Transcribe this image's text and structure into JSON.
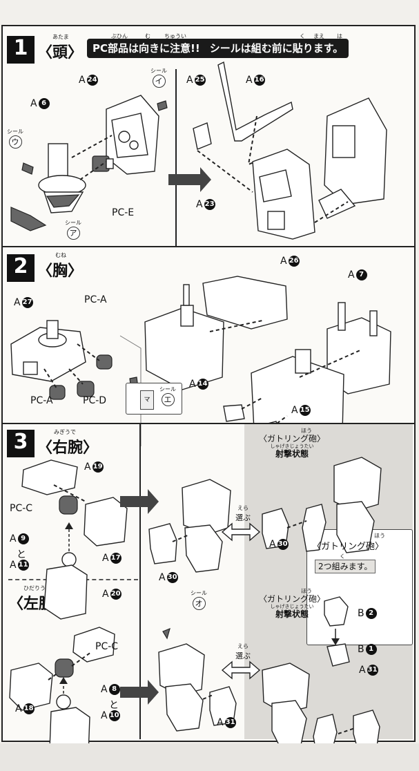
{
  "step1": {
    "number": "1",
    "title": "〈頭〉",
    "title_ruby": "あたま",
    "banner": {
      "left": "PC部品は向きに注意!!",
      "right": "シールは組む前に貼ります。",
      "ruby_buhin": "ぶひん",
      "ruby_muki": "む",
      "ruby_chui": "ちゅうい",
      "ruby_kumu": "く",
      "ruby_mae": "まえ",
      "ruby_ha": "は"
    },
    "labels": {
      "a6": "A",
      "a6_num": "6",
      "a24": "A",
      "a24_num": "24",
      "a25": "A",
      "a25_num": "25",
      "a16": "A",
      "a16_num": "16",
      "a23": "A",
      "a23_num": "23",
      "pce": "PC-E"
    },
    "seals": {
      "u_word": "シール",
      "u": "ウ",
      "i_word": "シール",
      "i": "イ",
      "a_word": "シール",
      "a": "ア"
    }
  },
  "step2": {
    "number": "2",
    "title": "〈胸〉",
    "title_ruby": "むね",
    "labels": {
      "a27": "A",
      "a27_num": "27",
      "pca_top": "PC-A",
      "pca_bottom": "PC-A",
      "pcd": "PC-D",
      "a26": "A",
      "a26_num": "26",
      "a7": "A",
      "a7_num": "7",
      "a14": "A",
      "a14_num": "14",
      "a15": "A",
      "a15_num": "15"
    },
    "seal": {
      "word": "シール",
      "letter": "エ",
      "mark": "マ"
    }
  },
  "step3": {
    "number": "3",
    "title_right": "〈右腕〉",
    "ruby_right": "みぎうで",
    "title_left": "〈左腕〉",
    "ruby_left": "ひだりうで",
    "labels": {
      "a19": "A",
      "a19_num": "19",
      "pcc_r": "PC-C",
      "a9": "A",
      "a9_num": "9",
      "to_r": "と",
      "a11": "A",
      "a11_num": "11",
      "a17": "A",
      "a17_num": "17",
      "a30_mid": "A",
      "a30_mid_num": "30",
      "a30_gray": "A",
      "a30_gray_num": "30",
      "a20": "A",
      "a20_num": "20",
      "pcc_l": "PC-C",
      "a18": "A",
      "a18_num": "18",
      "a8": "A",
      "a8_num": "8",
      "to_l": "と",
      "a10": "A",
      "a10_num": "10",
      "a31_mid": "A",
      "a31_mid_num": "31",
      "a31_gray": "A",
      "a31_gray_num": "31",
      "b2": "B",
      "b2_num": "2",
      "b1": "B",
      "b1_num": "1"
    },
    "gatling_mode_top": {
      "title": "〈ガトリング砲〉",
      "sub": "射撃状態",
      "ruby_ho": "ほう",
      "ruby_sub": "しゃげきじょうたい"
    },
    "gatling_mode_bottom": {
      "title": "〈ガトリング砲〉",
      "sub": "射撃状態",
      "ruby_ho": "ほう",
      "ruby_sub": "しゃげきじょうたい"
    },
    "choose_top": {
      "text": "選ぶ",
      "ruby": "えら"
    },
    "choose_bottom": {
      "text": "選ぶ",
      "ruby": "えら"
    },
    "gatling_panel": {
      "title": "〈ガトリング砲〉",
      "ruby_ho": "ほう",
      "instruction": "2つ組みます。",
      "ruby_ku": "く"
    },
    "seal": {
      "word": "シール",
      "letter": "オ"
    }
  }
}
